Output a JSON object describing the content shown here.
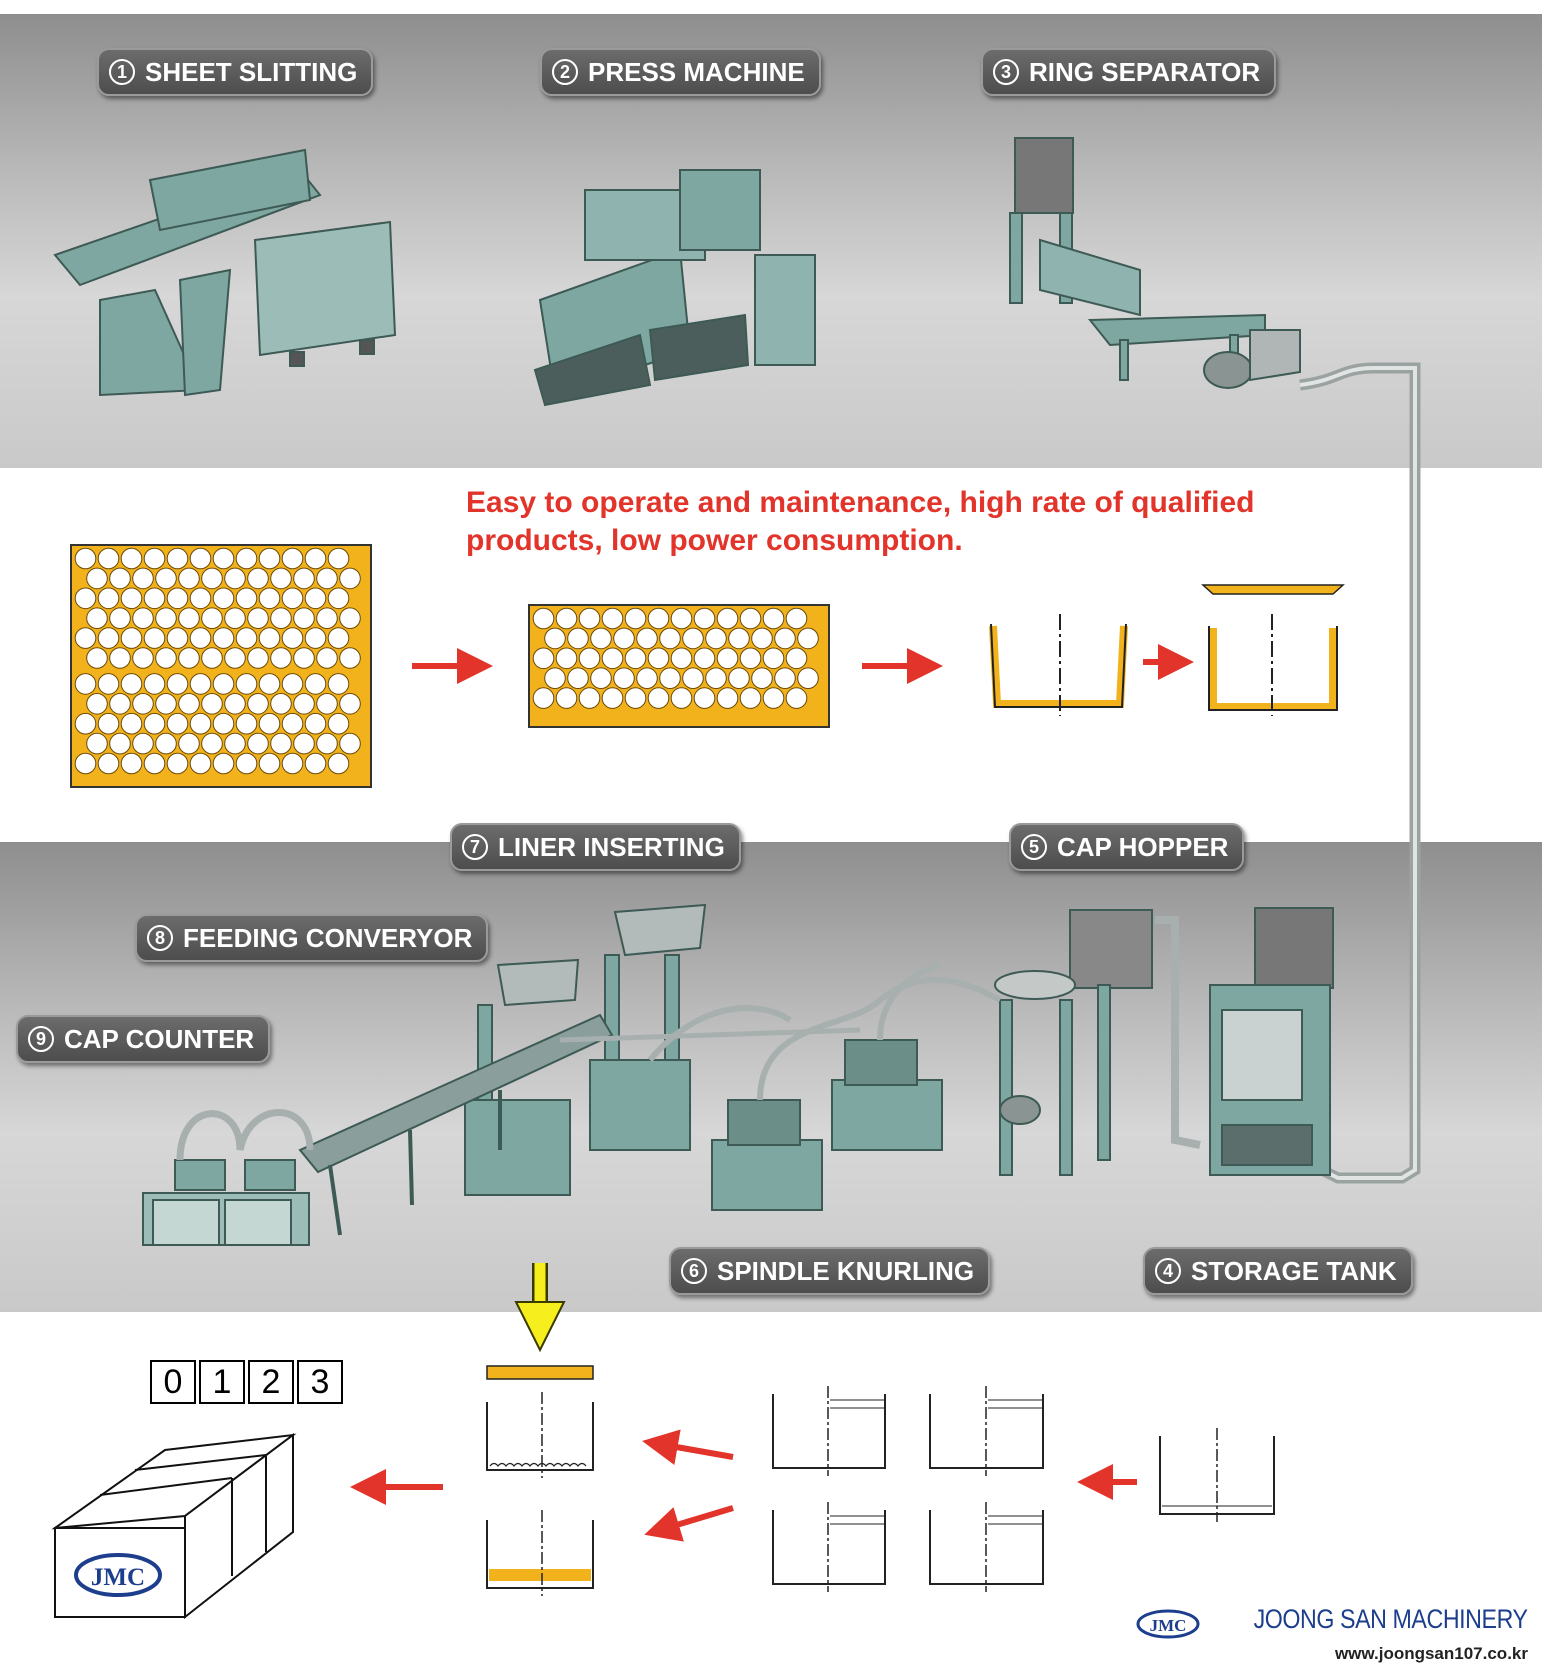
{
  "stages": {
    "s1": {
      "num": "1",
      "label": "SHEET SLITTING"
    },
    "s2": {
      "num": "2",
      "label": "PRESS MACHINE"
    },
    "s3": {
      "num": "3",
      "label": "RING SEPARATOR"
    },
    "s4": {
      "num": "4",
      "label": "STORAGE TANK"
    },
    "s5": {
      "num": "5",
      "label": "CAP HOPPER"
    },
    "s6": {
      "num": "6",
      "label": "SPINDLE KNURLING"
    },
    "s7": {
      "num": "7",
      "label": "LINER INSERTING"
    },
    "s8": {
      "num": "8",
      "label": "FEEDING CONVERYOR"
    },
    "s9": {
      "num": "9",
      "label": "CAP COUNTER"
    }
  },
  "slogan": "Easy to operate and maintenance, high rate of qualified products, low power consumption.",
  "counter": [
    "0",
    "1",
    "2",
    "3"
  ],
  "box_logo": "JMC",
  "brand": {
    "logo": "JMC",
    "name": "JOONG SAN MACHINERY",
    "url": "www.joongsan107.co.kr"
  },
  "colors": {
    "accent_red": "#e2342a",
    "sheet_yellow": "#f2b21c",
    "arrow_yellow": "#f7ee1e",
    "machine_teal": "#7fa7a1",
    "brand_blue": "#1d3e8c"
  }
}
